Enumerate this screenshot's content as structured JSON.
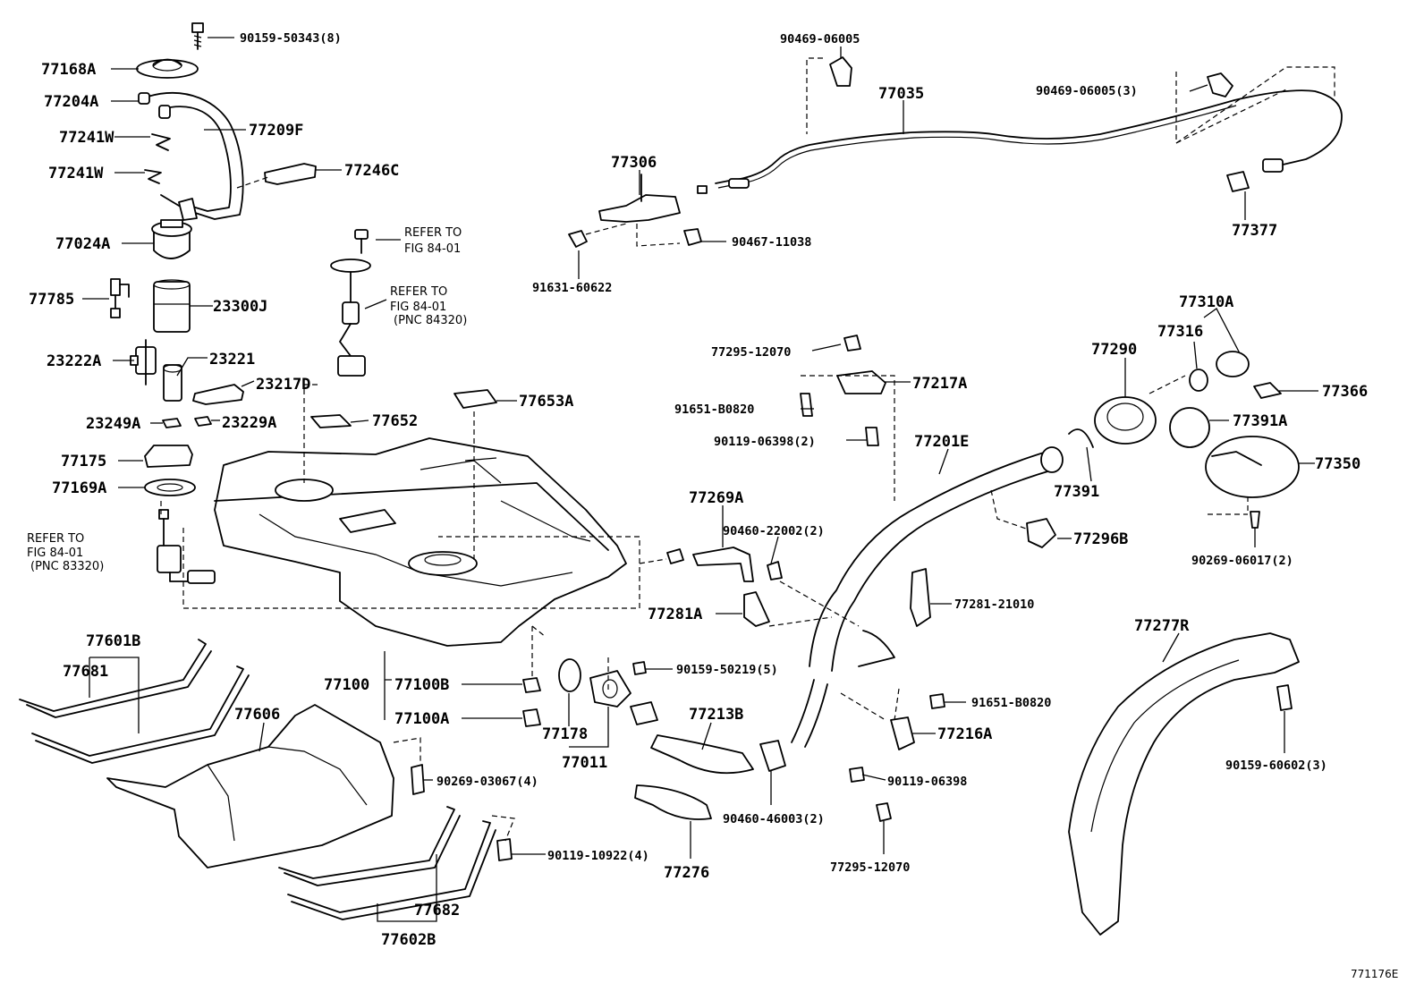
{
  "diagram_id": "771176E",
  "labels": {
    "p90159_50343": "90159-50343(8)",
    "p77168A": "77168A",
    "p77204A": "77204A",
    "p77209F": "77209F",
    "p77241W_1": "77241W",
    "p77241W_2": "77241W",
    "p77246C": "77246C",
    "p77024A": "77024A",
    "p77785": "77785",
    "p23300J": "23300J",
    "p23222A": "23222A",
    "p23221": "23221",
    "p23217D": "23217D",
    "p23249A": "23249A",
    "p23229A": "23229A",
    "p77175": "77175",
    "p77169A": "77169A",
    "p77652": "77652",
    "p77653A": "77653A",
    "p90469_06005_a": "90469-06005",
    "p77035": "77035",
    "p90469_06005_b": "90469-06005(3)",
    "p77306": "77306",
    "p90467_11038": "90467-11038",
    "p91631_60622": "91631-60622",
    "p77377": "77377",
    "p77295_12070_a": "77295-12070",
    "p77217A": "77217A",
    "p91651_B0820_a": "91651-B0820",
    "p90119_06398_2": "90119-06398(2)",
    "p77310A": "77310A",
    "p77316": "77316",
    "p77290": "77290",
    "p77366": "77366",
    "p77391A": "77391A",
    "p77201E": "77201E",
    "p77391": "77391",
    "p77350": "77350",
    "p77269A": "77269A",
    "p90460_22002": "90460-22002(2)",
    "p77296B": "77296B",
    "p90269_06017": "90269-06017(2)",
    "p77281A": "77281A",
    "p77281_21010": "77281-21010",
    "p77277R": "77277R",
    "p77601B": "77601B",
    "p77681": "77681",
    "p77606": "77606",
    "p77100": "77100",
    "p77100B": "77100B",
    "p77100A": "77100A",
    "p77178": "77178",
    "p77011": "77011",
    "p90159_50219": "90159-50219(5)",
    "p77213B": "77213B",
    "p91651_B0820_b": "91651-B0820",
    "p77216A": "77216A",
    "p90119_06398": "90119-06398",
    "p90159_60602": "90159-60602(3)",
    "p90269_03067": "90269-03067(4)",
    "p90460_46003": "90460-46003(2)",
    "p77295_12070_b": "77295-12070",
    "p90119_10922": "90119-10922(4)",
    "p77276": "77276",
    "p77682": "77682",
    "p77602B": "77602B"
  },
  "references": {
    "ref1_line1": "REFER TO",
    "ref1_line2": "FIG 84-01",
    "ref2_line1": "REFER TO",
    "ref2_line2": "FIG 84-01",
    "ref2_line3": "(PNC 84320)",
    "ref3_line1": "REFER TO",
    "ref3_line2": "FIG 84-01",
    "ref3_line3": "(PNC 83320)"
  }
}
